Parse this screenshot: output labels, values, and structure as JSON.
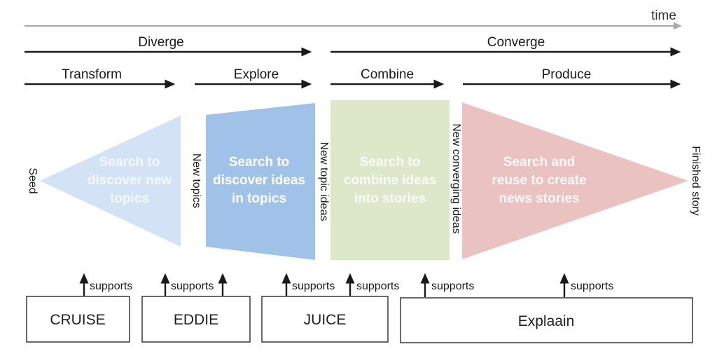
{
  "timeline": {
    "label": "time"
  },
  "phases_row1": [
    {
      "label": "Diverge"
    },
    {
      "label": "Converge"
    }
  ],
  "phases_row2": [
    {
      "label": "Transform"
    },
    {
      "label": "Explore"
    },
    {
      "label": "Combine"
    },
    {
      "label": "Produce"
    }
  ],
  "stages": [
    {
      "name": "transform-stage",
      "color": "#d3e3f5",
      "lines": [
        "Search to",
        "discover new",
        "topics"
      ]
    },
    {
      "name": "explore-stage",
      "color": "#a0c2e8",
      "lines": [
        "Search to",
        "discover ideas",
        "in topics"
      ]
    },
    {
      "name": "combine-stage",
      "color": "#dde8cb",
      "lines": [
        "Search to",
        "combine ideas",
        "into stories"
      ]
    },
    {
      "name": "produce-stage",
      "color": "#e9c2c1",
      "lines": [
        "Search and",
        "reuse to create",
        "news stories"
      ]
    }
  ],
  "milestones": [
    "Seed",
    "New topics",
    "New topic ideas",
    "New converging ideas",
    "Finished story"
  ],
  "supports_label": "supports",
  "tools": [
    {
      "name": "CRUISE"
    },
    {
      "name": "EDDIE"
    },
    {
      "name": "JUICE"
    },
    {
      "name": "Explaain"
    }
  ]
}
